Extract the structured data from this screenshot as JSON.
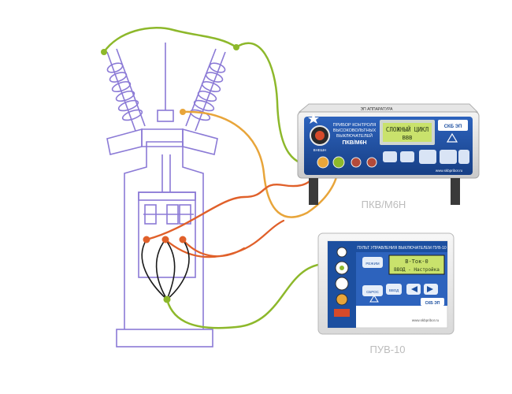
{
  "labels": {
    "pkv_name": "ПКВ/М6Н",
    "puv_name": "ПУВ-10"
  },
  "pkv": {
    "brand": "СКБ ЭП",
    "top_caption": "ЭП АППАРАТУРА",
    "title_lines": [
      "ПРИБОР КОНТРОЛЯ",
      "ВЫСОКОВОЛЬТНЫХ",
      "ВЫКЛЮЧАТЕЛЕЙ"
    ],
    "model": "ПКВ/М6Н",
    "display_line1": "СЛОЖНЫЙ ЦИКЛ",
    "display_line2": "ВВВ",
    "connector_label": "ВНЕШН",
    "url": "www.skbpribor.ru"
  },
  "puv": {
    "title": "ПУЛЬТ УПРАВЛЕНИЯ ВЫКЛЮЧАТЕЛЕМ ПУВ-10",
    "display_line1": "В-Ток-0",
    "display_line2": "ВВОД - Настройка",
    "key_mode": "РЕЖИМ",
    "key_enter": "ВВОД",
    "key_start": "СБРОС",
    "brand": "СКБ ЭП",
    "url": "www.skbpribor.ru"
  },
  "colors": {
    "outline": "#8b7ad6",
    "green_wire": "#8db82b",
    "orange_wire": "#e8a53a",
    "red_wire": "#e0602a",
    "black_wire": "#1a1a1a",
    "panel_blue": "#1c4fa0",
    "lcd_green": "#c9e26c",
    "label_gray": "#bcbcbc"
  }
}
